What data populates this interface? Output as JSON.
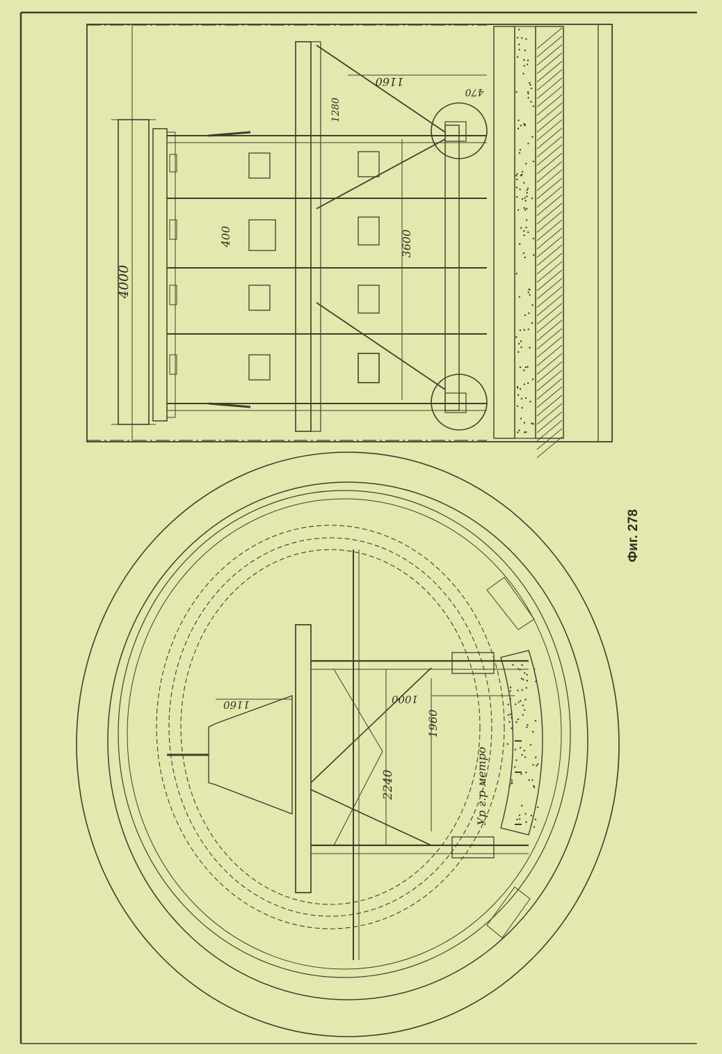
{
  "figure": {
    "caption": "Фиг. 278",
    "colors": {
      "paper": "#e3e8ae",
      "ink": "#3d3f2c"
    }
  },
  "side_view": {
    "dim_total_width": "4000",
    "dim_panel": "400",
    "dim_span": "3600",
    "dim_top": "1160",
    "dim_post": "1280",
    "dim_offset": "470"
  },
  "cross_section": {
    "dim_arm": "1160",
    "dim_height": "2240",
    "dim_level_1": "1960",
    "dim_level_2": "1000",
    "level_label": "Ур г.р метро"
  }
}
